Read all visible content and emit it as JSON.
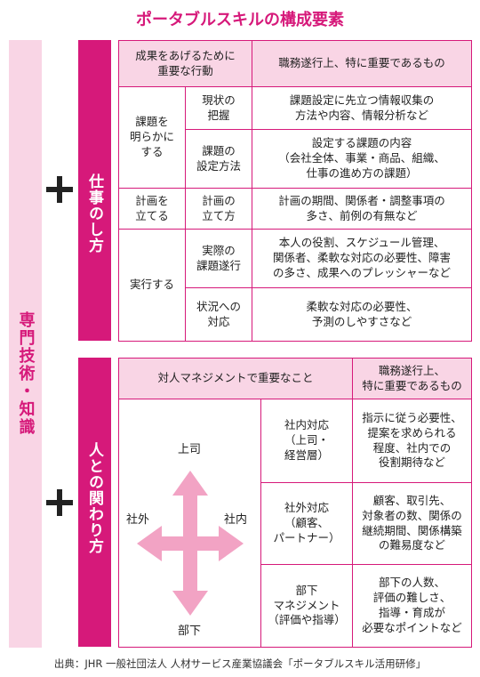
{
  "title": "ポータブルスキルの構成要素",
  "left_label": "専門技術・知識",
  "section1": {
    "label": "仕事のし方",
    "header_action": "成果をあげるために\n重要な行動",
    "header_important": "職務遂行上、特に重要であるもの",
    "groups": [
      {
        "name": "課題を\n明らかに\nする",
        "items": [
          {
            "sub": "現状の\n把握",
            "desc": "課題設定に先立つ情報収集の\n方法や内容、情報分析など"
          },
          {
            "sub": "課題の\n設定方法",
            "desc": "設定する課題の内容\n（会社全体、事業・商品、組織、\n仕事の進め方の課題）"
          }
        ]
      },
      {
        "name": "計画を\n立てる",
        "items": [
          {
            "sub": "計画の\n立て方",
            "desc": "計画の期間、関係者・調整事項の\n多さ、前例の有無など"
          }
        ]
      },
      {
        "name": "実行する",
        "items": [
          {
            "sub": "実際の\n課題遂行",
            "desc": "本人の役割、スケジュール管理、\n関係者、柔軟な対応の必要性、障害\nの多さ、成果へのプレッシャーなど"
          },
          {
            "sub": "状況への\n対応",
            "desc": "柔軟な対応の必要性、\n予測のしやすさなど"
          }
        ]
      }
    ]
  },
  "section2": {
    "label": "人との関わり方",
    "header_left": "対人マネジメントで重要なこと",
    "header_right": "職務遂行上、\n特に重要であるもの",
    "cross": {
      "up": "上司",
      "down": "部下",
      "left": "社外",
      "right": "社内"
    },
    "rows": [
      {
        "name": "社内対応\n（上司・\n経営層）",
        "desc": "指示に従う必要性、\n提案を求められる\n程度、社内での\n役割期待など"
      },
      {
        "name": "社外対応\n（顧客、\nパートナー）",
        "desc": "顧客、取引先、\n対象者の数、関係の\n継続期間、関係構築\nの難易度など"
      },
      {
        "name": "部下\nマネジメント\n（評価や指導）",
        "desc": "部下の人数、\n評価の難しさ、\n指導・育成が\n必要なポイントなど"
      }
    ]
  },
  "footer": "出典：JHR 一般社団法人 人材サービス産業協議会「ポータブルスキル活用研修」",
  "colors": {
    "accent": "#d6197a",
    "light": "#f9d5e5",
    "arrow": "#f2a3c4"
  }
}
